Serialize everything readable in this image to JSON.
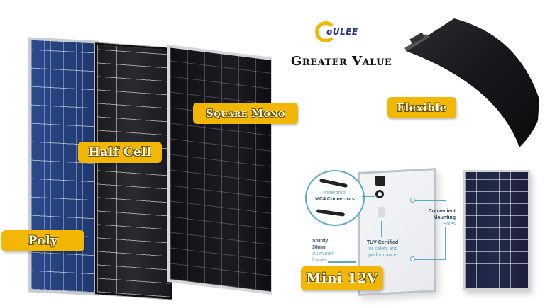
{
  "brand": {
    "logo_text": "oULEE",
    "tagline": "Greater Value",
    "accent_color": "#f2b705",
    "logo_text_color": "#2a3a8c"
  },
  "products": [
    {
      "id": "poly",
      "label": "Poly",
      "panel_color": "#24407a"
    },
    {
      "id": "half_cell",
      "label": "Half Cell",
      "panel_color": "#1c1c20"
    },
    {
      "id": "square_mono",
      "label": "Square Mono",
      "panel_color": "#101014"
    },
    {
      "id": "flexible",
      "label": "Flexible",
      "panel_color": "#15161a"
    },
    {
      "id": "mini_12v",
      "label": "Mini 12V",
      "panel_color": "#1c2340"
    }
  ],
  "mini_callouts": {
    "mc4": {
      "line1": "waterproof",
      "line2": "MC4 Connectors"
    },
    "frame": {
      "line1": "Sturdy",
      "line2": "30mm",
      "line3": "Aluminum",
      "line4": "frames"
    },
    "tuv": {
      "line1": "TUV Certified",
      "line2": "for safety and",
      "line3": "performance"
    },
    "mounting": {
      "line1": "Convenient",
      "line2": "Mounting",
      "line3": "Holes"
    }
  },
  "callout_color": "#5aa9c8"
}
